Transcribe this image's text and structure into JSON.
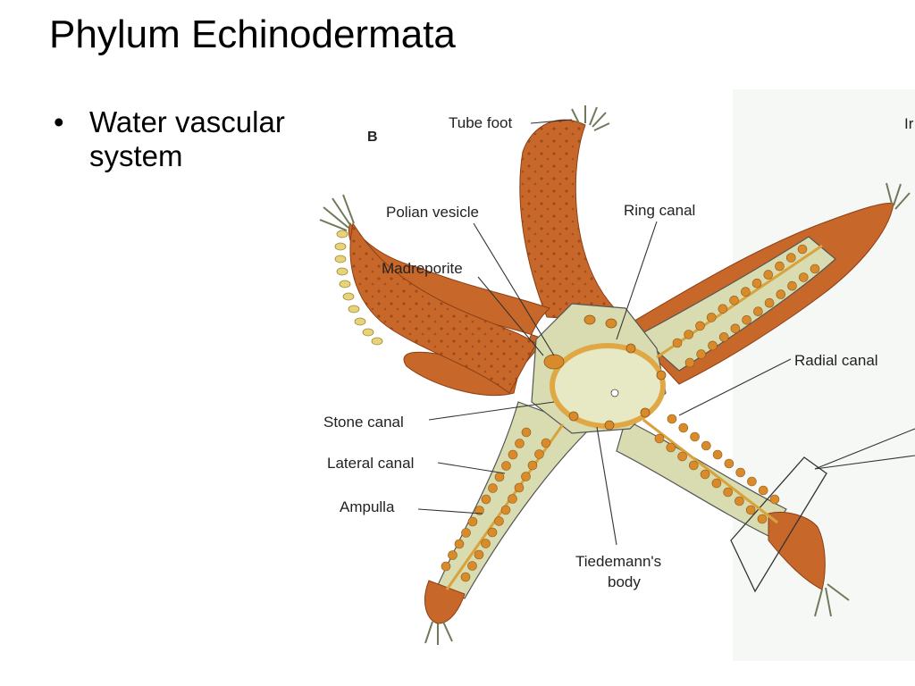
{
  "slide": {
    "title": "Phylum Echinodermata",
    "bullets": [
      "Water vascular system"
    ]
  },
  "diagram": {
    "panel_letter": "B",
    "corner_text": "Ir",
    "labels": {
      "tube_foot": "Tube foot",
      "polian_vesicle": "Polian vesicle",
      "ring_canal": "Ring canal",
      "madreporite": "Madreporite",
      "radial_canal": "Radial canal",
      "stone_canal": "Stone canal",
      "lateral_canal": "Lateral canal",
      "ampulla": "Ampulla",
      "tiedemanns_body_line1": "Tiedemann's",
      "tiedemanns_body_line2": "body"
    },
    "colors": {
      "arm_skin": "#c8672a",
      "arm_skin_dark": "#8a3f16",
      "interior": "#d8dcb0",
      "ampulla": "#d98a2a",
      "canal": "#d9a23a",
      "ring": "#e0a844"
    }
  }
}
